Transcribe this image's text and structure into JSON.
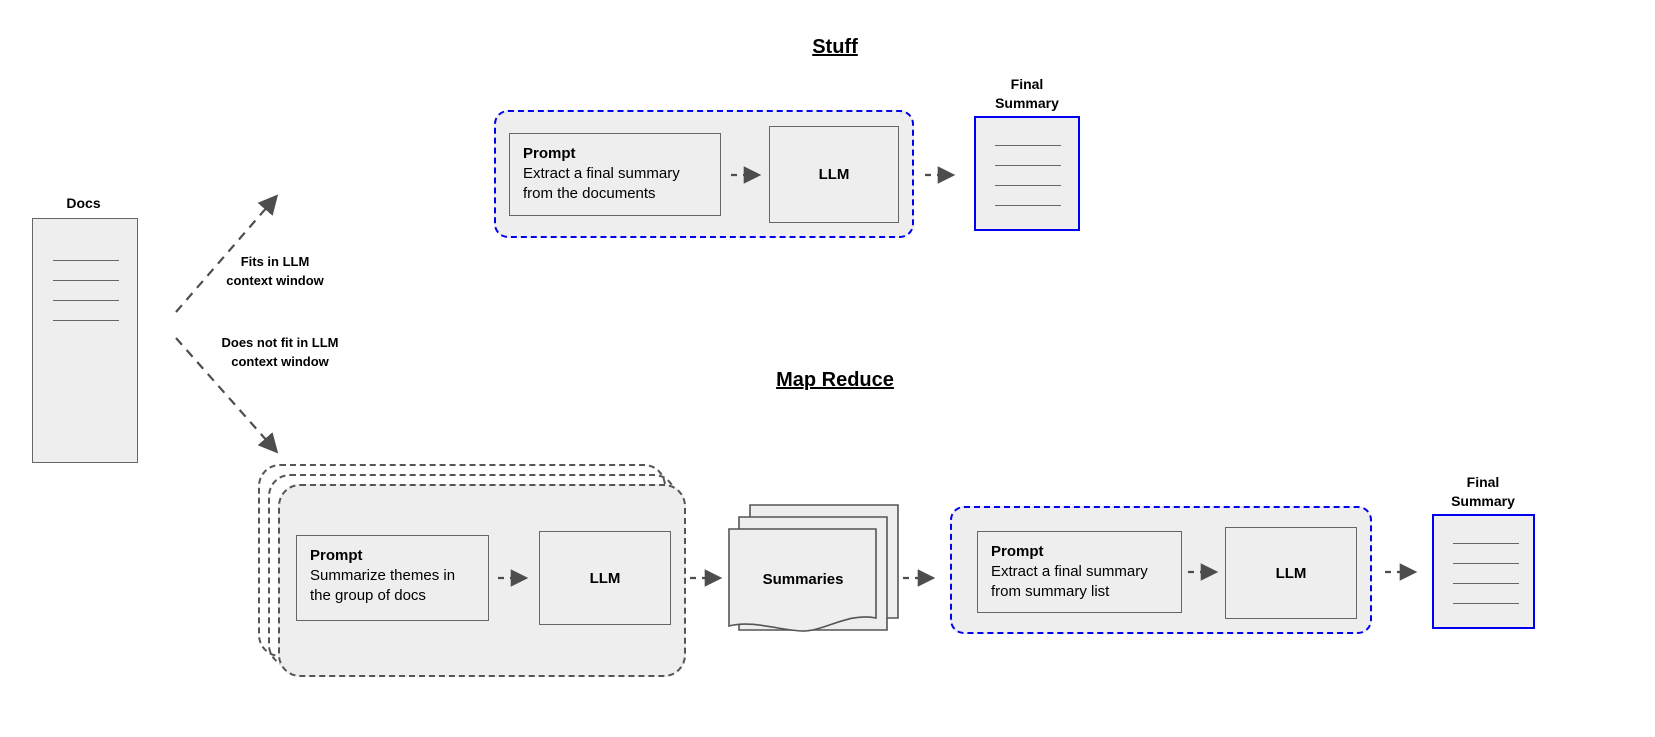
{
  "diagram": {
    "title_stuff": "Stuff",
    "title_map_reduce": "Map Reduce",
    "docs_label": "Docs",
    "edge_fits": "Fits in LLM\ncontext window",
    "edge_fits_line1": "Fits in LLM",
    "edge_fits_line2": "context window",
    "edge_not_fits_line1": "Does not fit in LLM",
    "edge_not_fits_line2": "context window",
    "final_summary_line1": "Final",
    "final_summary_line2": "Summary",
    "llm_label": "LLM",
    "summaries_label": "Summaries",
    "prompt_title": "Prompt",
    "stuff": {
      "prompt_title": "Prompt",
      "prompt_body_line1": "Extract a final summary",
      "prompt_body_line2": "from the documents",
      "llm_label": "LLM",
      "final_summary_line1": "Final",
      "final_summary_line2": "Summary"
    },
    "map": {
      "prompt_title": "Prompt",
      "prompt_body_line1": "Summarize themes in",
      "prompt_body_line2": "the group of docs",
      "llm_label": "LLM",
      "summaries_label": "Summaries"
    },
    "reduce": {
      "prompt_title": "Prompt",
      "prompt_body_line1": "Extract a final summary",
      "prompt_body_line2": "from summary list",
      "llm_label": "LLM",
      "final_summary_line1": "Final",
      "final_summary_line2": "Summary"
    },
    "colors": {
      "accent_blue": "#0000ee",
      "box_fill": "#eeeeee",
      "box_stroke": "#666666",
      "dashed_grey": "#555555",
      "arrow_grey": "#4d4d4d",
      "background": "#ffffff"
    }
  }
}
